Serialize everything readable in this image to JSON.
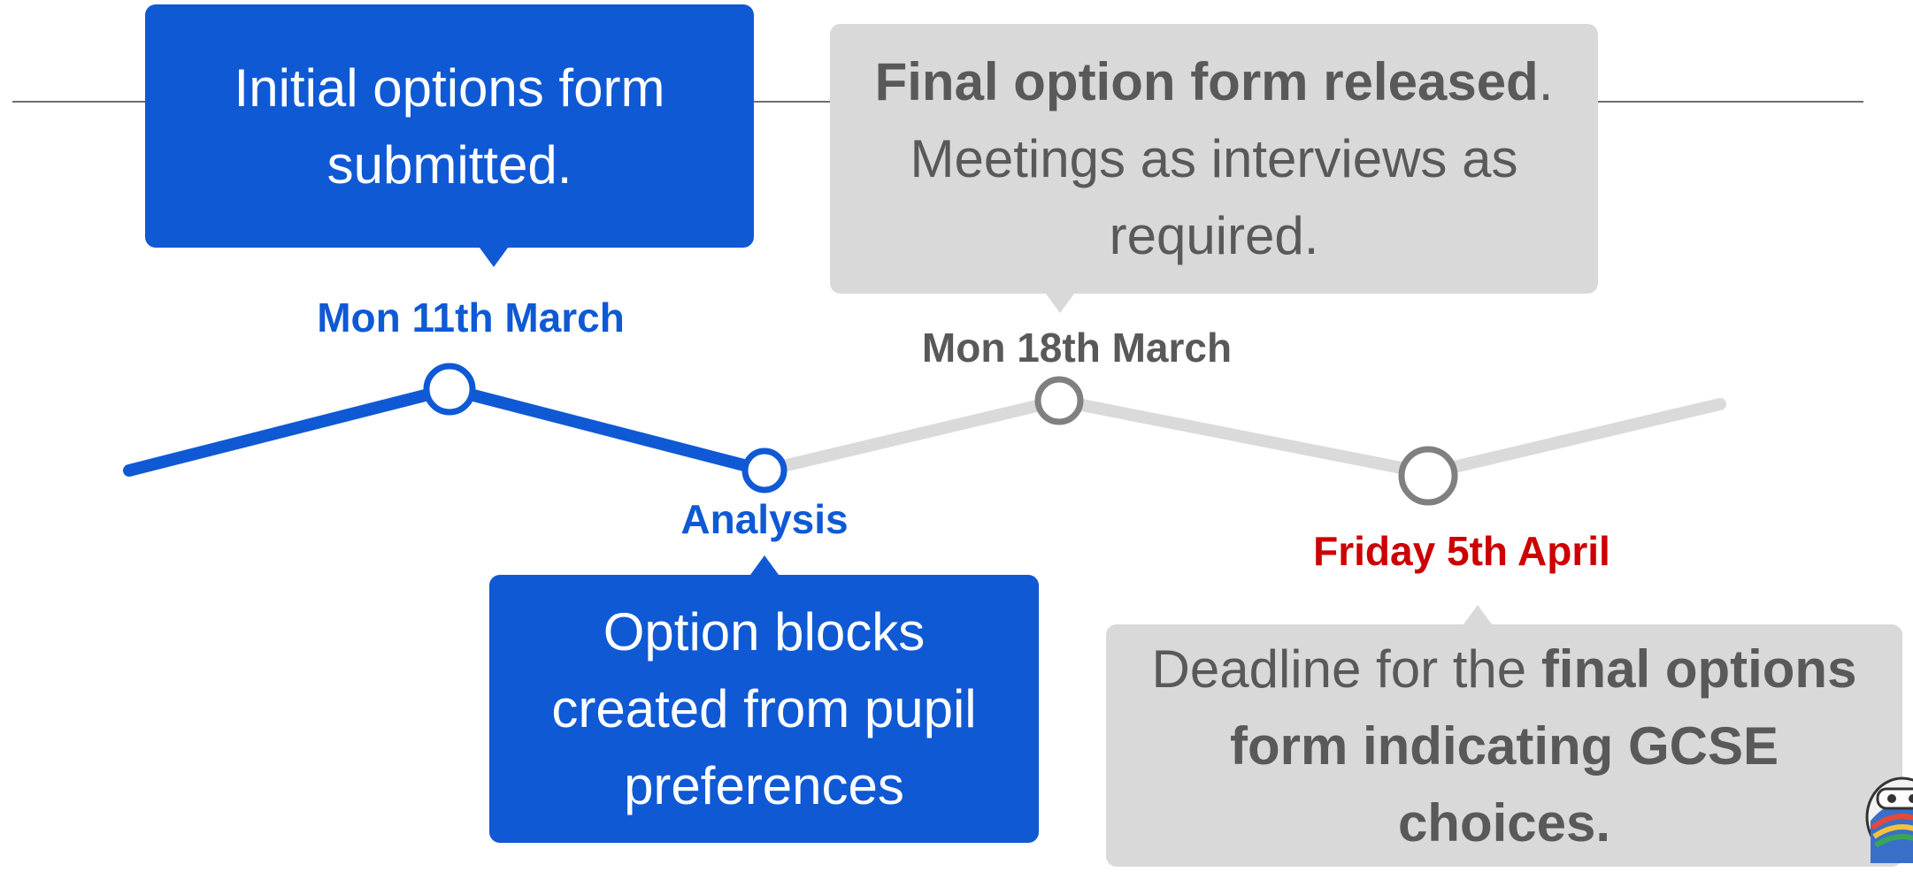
{
  "colors": {
    "blue": "#0f59d4",
    "grey_box": "#d9d9d9",
    "grey_text": "#595959",
    "grey_line": "#dadada",
    "marker_grey": "#808080",
    "red": "#cc0000"
  },
  "milestones": [
    {
      "date": "Mon 11th March",
      "box_text": "Initial options form submitted."
    },
    {
      "date": "Analysis",
      "box_text": "Option blocks created from pupil preferences"
    },
    {
      "date": "Mon 18th March",
      "box_bold": "Final option form released",
      "box_rest": ". Meetings as interviews as required."
    },
    {
      "date": "Friday 5th April",
      "box_plain": "Deadline for the ",
      "box_bold": "final options form indicating GCSE choices."
    }
  ],
  "mascot_icon": "mascot-icon"
}
